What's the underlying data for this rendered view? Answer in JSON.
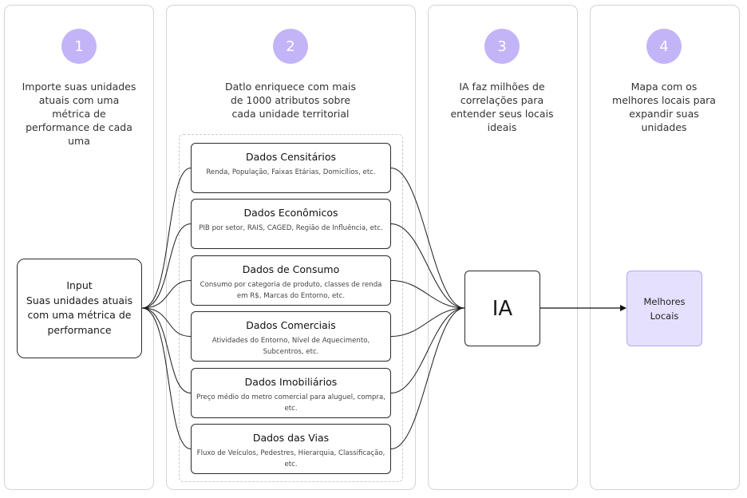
{
  "steps": [
    {
      "number": "1",
      "text": "Importe suas unidades atuais com uma métrica de performance de cada uma"
    },
    {
      "number": "2",
      "text": "Datlo enriquece com mais de 1000 atributos sobre cada unidade territorial"
    },
    {
      "number": "3",
      "text": "IA faz milhões de correlações para entender seus locais ideais"
    },
    {
      "number": "4",
      "text": "Mapa com os melhores locais para expandir suas unidades"
    }
  ],
  "input_box": {
    "title": "Input",
    "text": "Suas unidades atuais com uma métrica de performance"
  },
  "data_sources": [
    {
      "title": "Dados Censitários",
      "detail": "Renda, População, Faixas Etárias, Domicílios,  etc."
    },
    {
      "title": "Dados Econômicos",
      "detail": "PIB por setor, RAIS, CAGED, Região de Influência, etc."
    },
    {
      "title": "Dados de Consumo",
      "detail": "Consumo por categoria de produto, classes de renda em R$, Marcas do Entorno, etc."
    },
    {
      "title": "Dados Comerciais",
      "detail": "Atividades do Entorno, Nível de Aquecimento, Subcentros, etc."
    },
    {
      "title": "Dados Imobiliários",
      "detail": "Preço médio do metro comercial para aluguel, compra, etc."
    },
    {
      "title": "Dados das Vias",
      "detail": "Fluxo de Veículos, Pedestres, Hierarquia, Classificação, etc."
    }
  ],
  "ia_box": {
    "label": "IA"
  },
  "result_box": {
    "label": "Melhores Locais"
  },
  "colors": {
    "accent": "#c3b4f8",
    "result_fill": "#e6e0ff",
    "result_border": "#b5a6f2"
  }
}
